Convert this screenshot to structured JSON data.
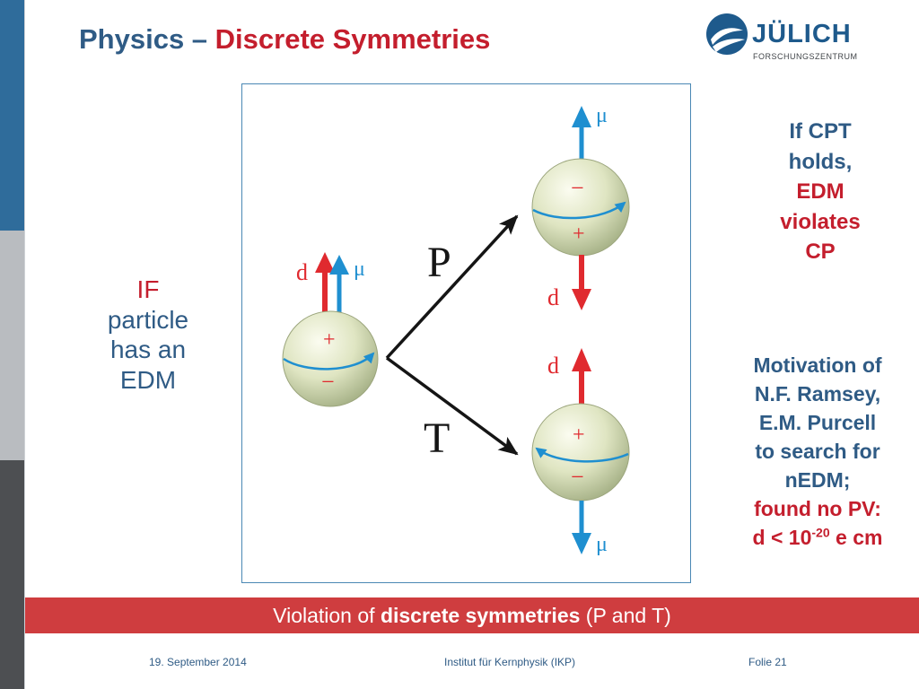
{
  "header": {
    "title_prefix": "Physics – ",
    "title_highlight": "Discrete Symmetries"
  },
  "logo": {
    "name": "JÜLICH",
    "subtitle": "FORSCHUNGSZENTRUM"
  },
  "left_text": {
    "line1": "IF",
    "line2": "particle",
    "line3": "has an",
    "line4": "EDM"
  },
  "diagram": {
    "labels": {
      "d": "d",
      "mu": "μ",
      "plus": "+",
      "minus": "−",
      "P": "P",
      "T": "T"
    }
  },
  "right_top": {
    "line1": "If CPT",
    "line2": "holds,",
    "line3": "EDM",
    "line4": "violates",
    "line5": "CP"
  },
  "right_bottom": {
    "line1": "Motivation of",
    "line2": "N.F. Ramsey,",
    "line3": "E.M. Purcell",
    "line4": "to search for",
    "line5": "nEDM;",
    "line6": "found no PV:",
    "line7_prefix": "d < 10",
    "line7_exp": "-20",
    "line7_suffix": " e cm"
  },
  "banner": {
    "prefix": "Violation of ",
    "bold": "discrete symmetries",
    "suffix": " (P and T)"
  },
  "footer": {
    "date": "19. September 2014",
    "institute": "Institut für Kernphysik (IKP)",
    "slide": "Folie 21"
  },
  "colors": {
    "title_blue": "#2f5b85",
    "accent_red": "#c41e2d",
    "banner_red": "#cf3d3f",
    "arrow_red": "#e02a2f",
    "arrow_blue": "#1f8fd0"
  }
}
